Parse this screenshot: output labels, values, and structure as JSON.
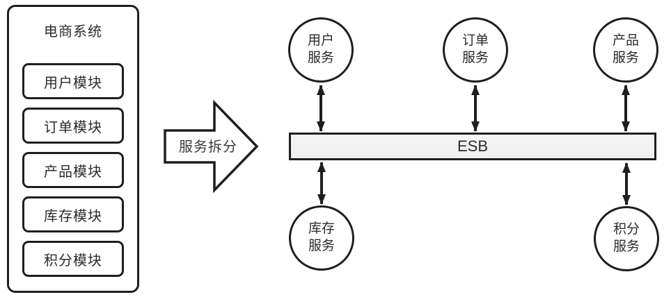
{
  "colors": {
    "stroke": "#1e1e1e",
    "text": "#2b2b2b",
    "esb_fill": "#f2f2f2",
    "background": "#ffffff"
  },
  "monolith": {
    "title": "电商系统",
    "modules": [
      "用户模块",
      "订单模块",
      "产品模块",
      "库存模块",
      "积分模块"
    ]
  },
  "transform_arrow": {
    "label": "服务拆分"
  },
  "esb": {
    "label": "ESB"
  },
  "services": {
    "top": [
      "用户\n服务",
      "订单\n服务",
      "产品\n服务"
    ],
    "bottom": [
      "库存\n服务",
      "积分\n服务"
    ]
  }
}
